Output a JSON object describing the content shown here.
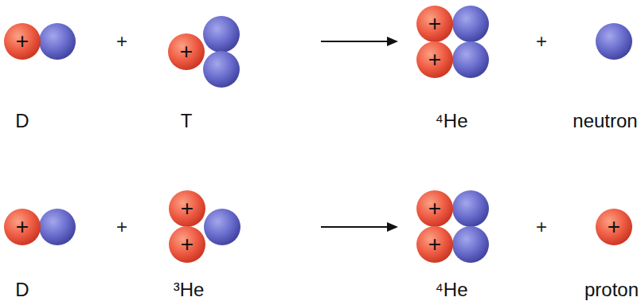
{
  "diagram": {
    "nodes": [
      {
        "text": [
          "+"
        ]
      },
      {
        "text": [
          "+"
        ]
      },
      {
        "text": [
          "+"
        ]
      },
      {
        "text": [
          "+"
        ]
      },
      {
        "text": [
          "+"
        ]
      },
      {
        "text": [
          "+"
        ]
      },
      {
        "text": [
          "+"
        ]
      },
      {
        "text": [
          "+"
        ]
      },
      {
        "text": [
          "+"
        ]
      },
      {
        "text": [
          "+"
        ]
      }
    ],
    "labels": [
      "+",
      "+",
      "D",
      "T",
      "⁴He",
      "neutron",
      "+",
      "+",
      "D",
      "³He",
      "⁴He",
      "proton"
    ]
  }
}
